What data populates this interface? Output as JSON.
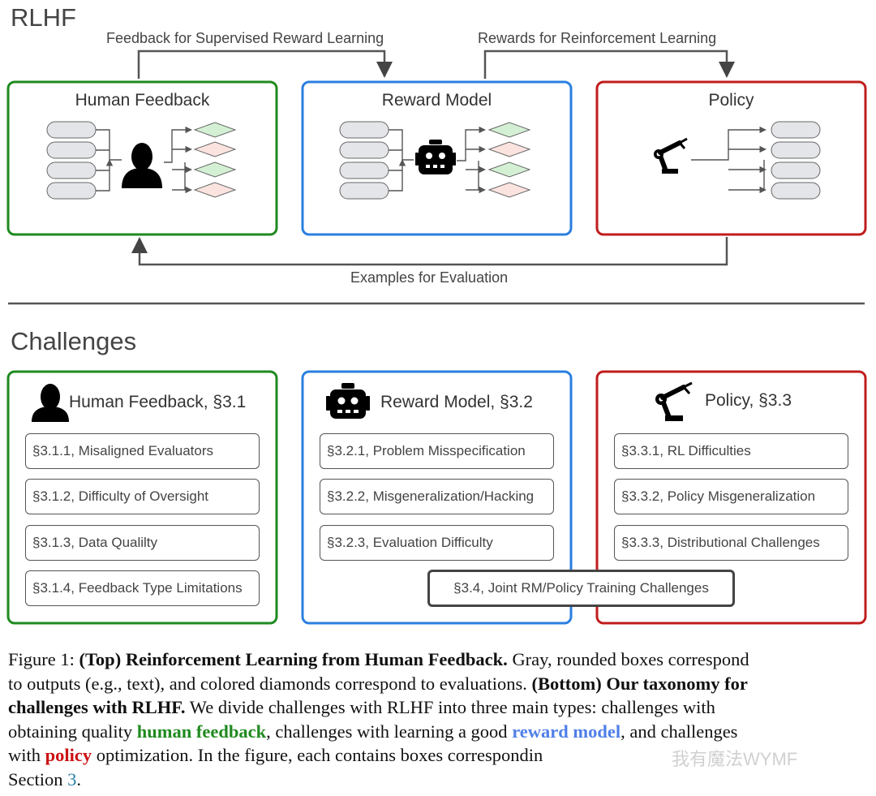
{
  "top": {
    "title": "RLHF",
    "labels": {
      "supervised": "Feedback for Supervised Reward Learning",
      "reinforcement": "Rewards for Reinforcement Learning",
      "evaluation": "Examples for Evaluation"
    },
    "boxes": {
      "human": "Human Feedback",
      "reward": "Reward Model",
      "policy": "Policy"
    }
  },
  "bottom": {
    "title": "Challenges",
    "human": {
      "heading": "Human Feedback, §3.1",
      "items": [
        "§3.1.1, Misaligned Evaluators",
        "§3.1.2, Difficulty of Oversight",
        "§3.1.3, Data Qualilty",
        "§3.1.4, Feedback Type Limitations"
      ]
    },
    "reward": {
      "heading": "Reward Model, §3.2",
      "items": [
        "§3.2.1, Problem Misspecification",
        "§3.2.2, Misgeneralization/Hacking",
        "§3.2.3, Evaluation Difficulty"
      ]
    },
    "policy": {
      "heading": "Policy, §3.3",
      "items": [
        "§3.3.1, RL Difficulties",
        "§3.3.2, Policy Misgeneralization",
        "§3.3.3, Distributional Challenges"
      ]
    },
    "joint": "§3.4, Joint RM/Policy Training Challenges"
  },
  "caption": {
    "l1a": "Figure 1: ",
    "l1b": "(Top) Reinforcement Learning from Human Feedback.",
    "l1c": " Gray, rounded boxes correspond",
    "l2a": "to outputs (e.g., text), and colored diamonds correspond to evaluations. ",
    "l2b": "(Bottom) Our taxonomy for",
    "l3a": "challenges with RLHF.",
    "l3b": " We divide challenges with RLHF into three main types: challenges with",
    "l4a": "obtaining quality ",
    "l4b": "human feedback",
    "l4c": ", challenges with learning a good ",
    "l4d": "reward model",
    "l4e": ", and challenges",
    "l5a": "with ",
    "l5b": "policy",
    "l5c": " optimization.  In the figure, each contains boxes correspondin",
    "l6a": "Section ",
    "l6b": "3",
    "l6c": "."
  },
  "watermark": "我有魔法WYMF",
  "colors": {
    "green": "#1f8a1f",
    "blue": "#2a7fe0",
    "red": "#c01c1c",
    "gray_output": "#e3e5e8",
    "diamond_green": "#d4f0d4",
    "diamond_pink": "#fbe3df"
  },
  "icons": [
    "person-silhouette-icon",
    "robot-icon",
    "robot-arm-icon"
  ]
}
